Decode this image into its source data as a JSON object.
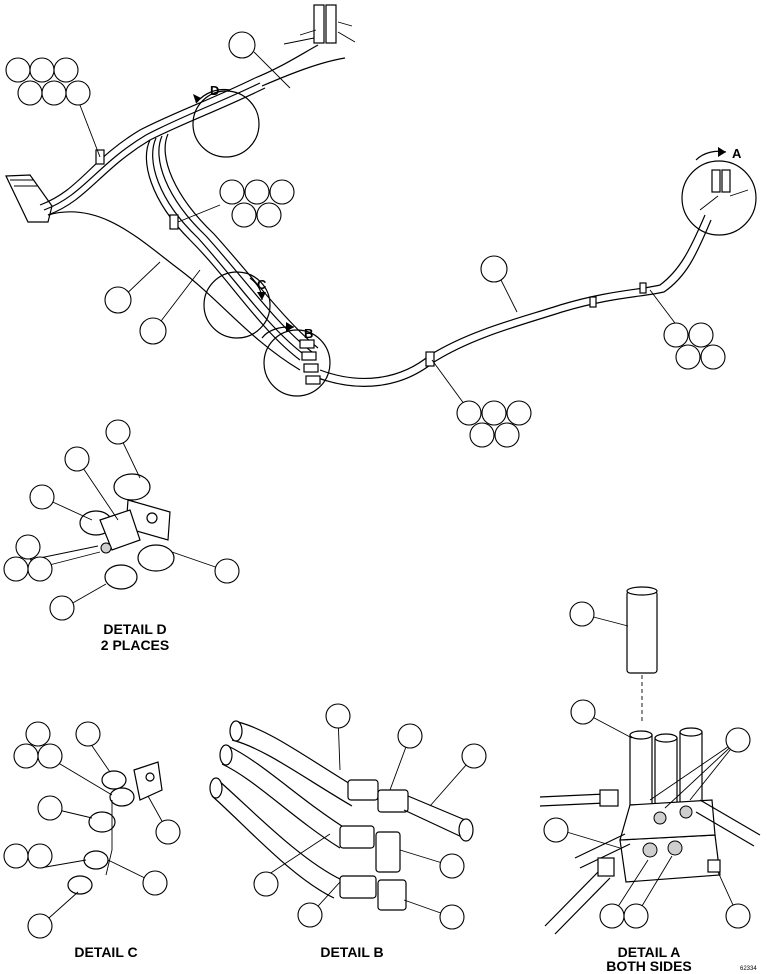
{
  "drawing_number": "62334",
  "view_labels": {
    "a": "A",
    "b": "B",
    "c": "C",
    "d": "D"
  },
  "details": {
    "d": {
      "title": "DETAIL D",
      "subtitle": "2 PLACES"
    },
    "c": {
      "title": "DETAIL C"
    },
    "b": {
      "title": "DETAIL B"
    },
    "a": {
      "title": "DETAIL A",
      "subtitle": "BOTH SIDES"
    }
  }
}
